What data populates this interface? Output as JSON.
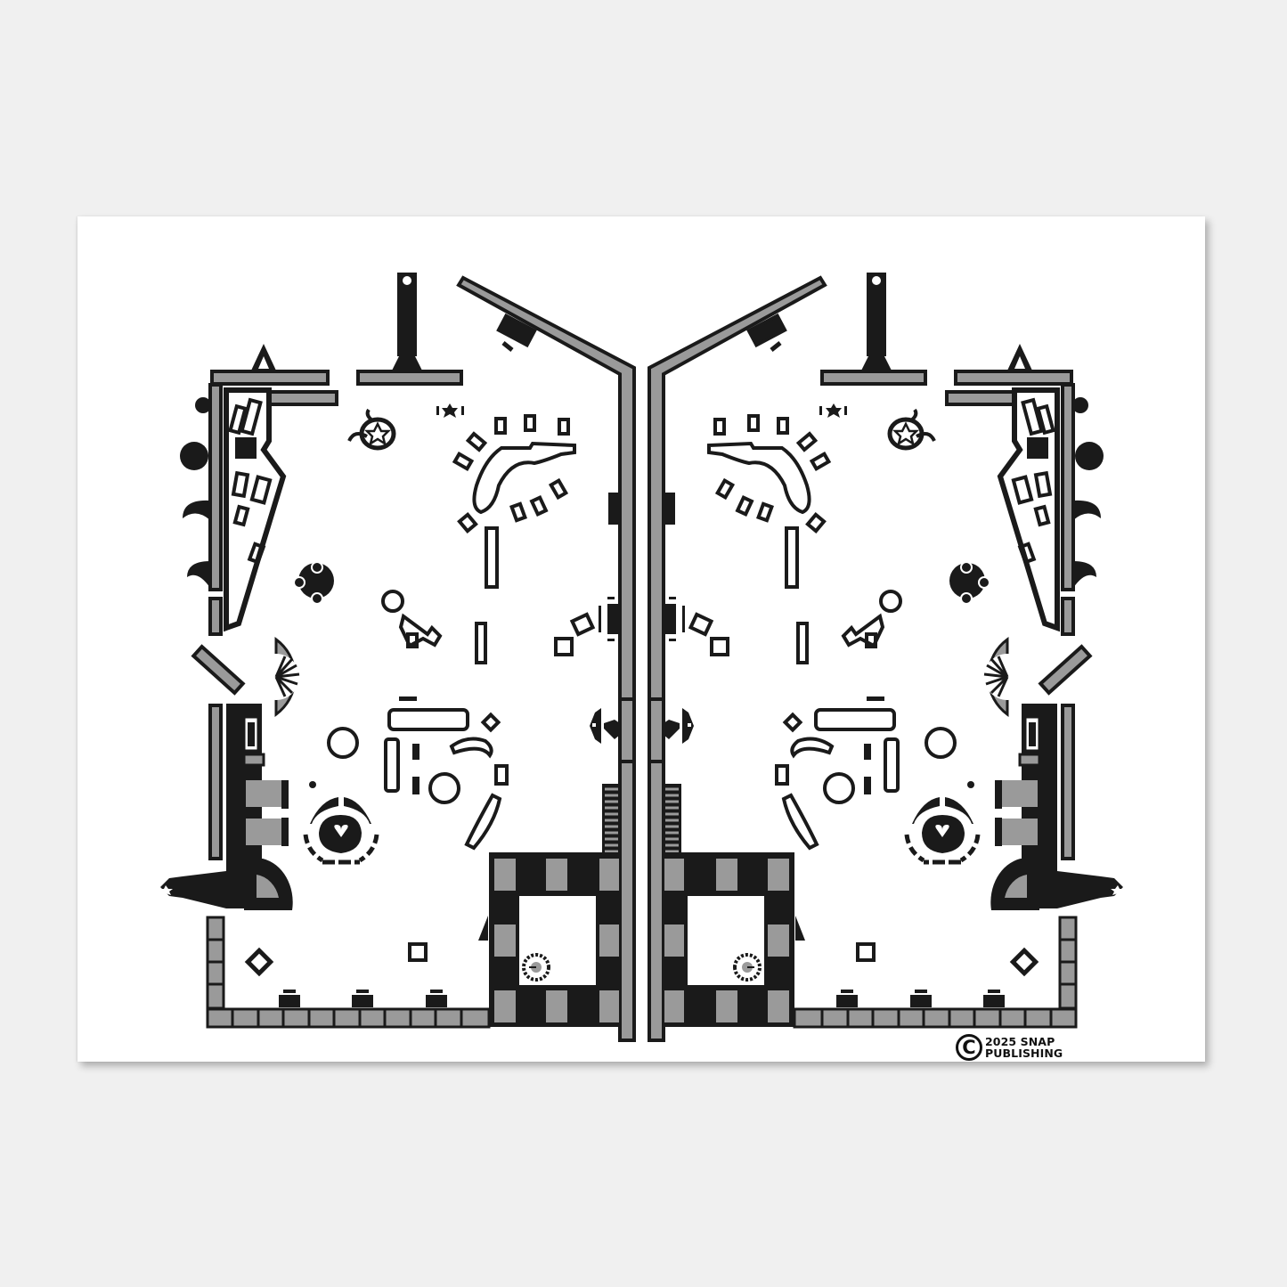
{
  "poster": {
    "title": "Symmetric pinball playfield line-art print",
    "colors": {
      "background": "#f0f0f0",
      "paper": "#ffffff",
      "ink": "#1a1a1a",
      "fill_gray": "#9a9a9a"
    }
  },
  "copyright": {
    "symbol": "C",
    "line1": "2025 SNAP",
    "line2": "PUBLISHING"
  },
  "artwork": {
    "layout": "mirrored left/right halves around vertical center line",
    "elements": [
      "v-shaped-launch-rails",
      "plunger-posts-with-cross",
      "left-side-ramp-with-flames",
      "star-target",
      "drop-target-arc",
      "bumper-cluster",
      "spinner-half-disc",
      "heart-target",
      "side-kickers",
      "checkered-square-base",
      "brick-floor",
      "gear-wheel"
    ]
  }
}
